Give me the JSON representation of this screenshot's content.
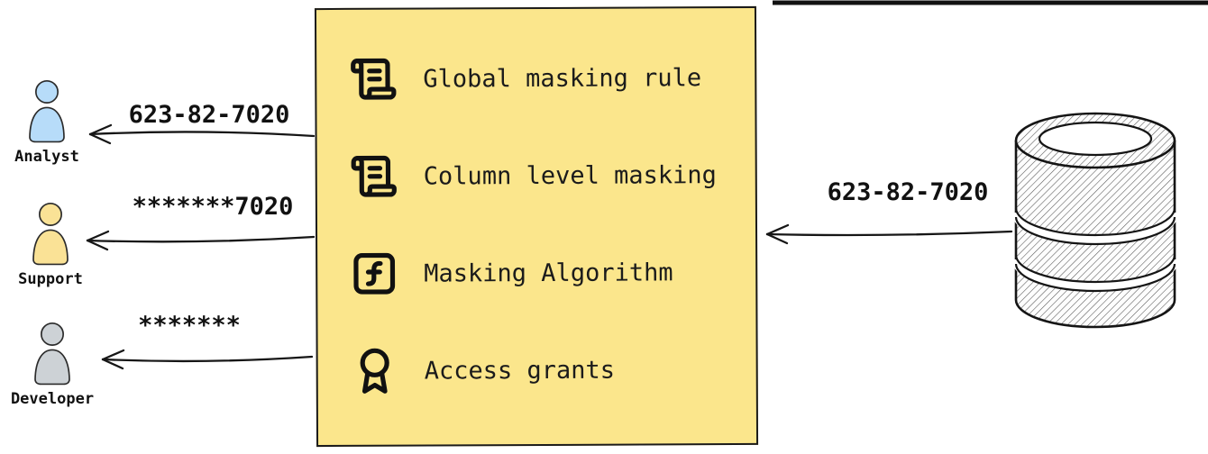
{
  "masking_box": {
    "background": "#FBE68C",
    "items": [
      {
        "label": "Global masking rule",
        "icon": "scroll-icon"
      },
      {
        "label": "Column level masking",
        "icon": "scroll-icon"
      },
      {
        "label": "Masking Algorithm",
        "icon": "function-square-icon"
      },
      {
        "label": "Access grants",
        "icon": "award-icon"
      }
    ]
  },
  "actors": [
    {
      "name": "Analyst",
      "received_value": "623-82-7020",
      "color": "#B7DCF9",
      "icon": "person-icon"
    },
    {
      "name": "Support",
      "received_value": "*******7020",
      "color": "#FAE296",
      "icon": "person-icon"
    },
    {
      "name": "Developer",
      "received_value": "*******",
      "color": "#CDD2D6",
      "icon": "person-icon"
    }
  ],
  "database": {
    "sent_value": "623-82-7020",
    "icon": "database-icon"
  },
  "colors": {
    "stroke": "#1b1b1b",
    "hatch": "#555555"
  }
}
